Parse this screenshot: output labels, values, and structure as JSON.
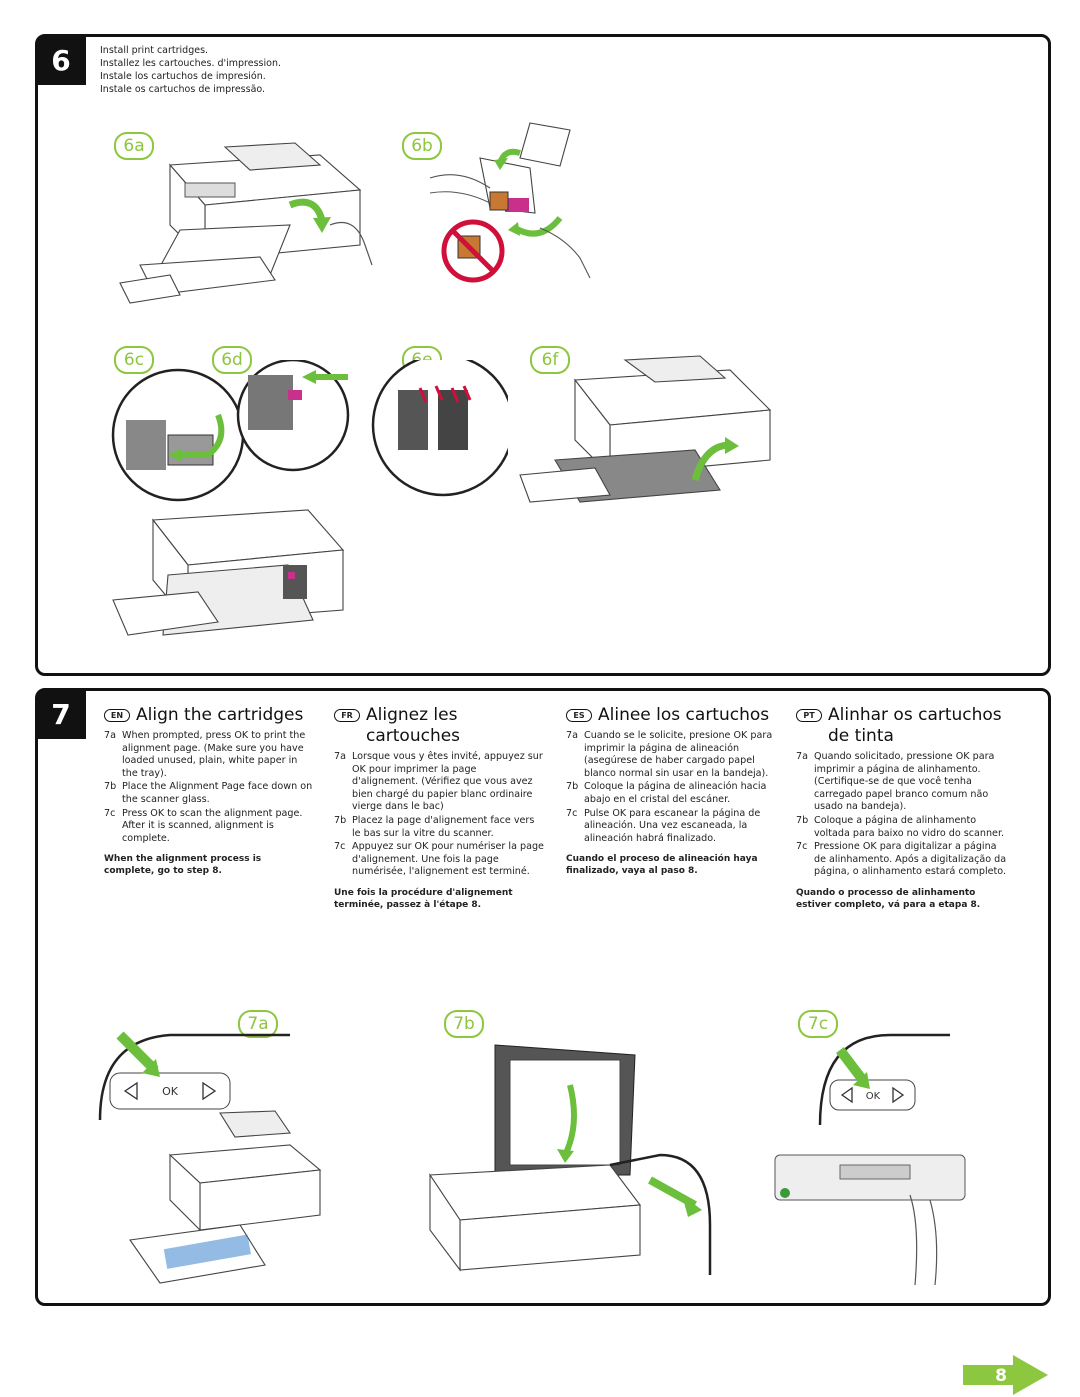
{
  "step6": {
    "number": "6",
    "instructions": [
      "Install print cartridges.",
      "Installez les cartouches. d'impression.",
      "Instale los cartuchos de impresión.",
      "Instale os cartuchos de impressão."
    ],
    "labels": {
      "a": "6a",
      "b": "6b",
      "c": "6c",
      "d": "6d",
      "e": "6e",
      "f": "6f"
    }
  },
  "step7": {
    "number": "7",
    "labels": {
      "a": "7a",
      "b": "7b",
      "c": "7c"
    },
    "ok_label": "OK",
    "languages": [
      {
        "code": "EN",
        "title": "Align the cartridges",
        "steps": [
          {
            "k": "7a",
            "t": "When prompted, press OK to print the alignment page. (Make sure you have loaded unused, plain, white paper in the tray)."
          },
          {
            "k": "7b",
            "t": "Place the Alignment Page face down on the scanner glass."
          },
          {
            "k": "7c",
            "t": "Press OK to scan the alignment page. After it is scanned, alignment is complete."
          }
        ],
        "note": "When the alignment process is complete, go to step 8."
      },
      {
        "code": "FR",
        "title": "Alignez les cartouches",
        "steps": [
          {
            "k": "7a",
            "t": "Lorsque vous y êtes invité, appuyez sur OK pour imprimer la page d'alignement. (Vérifiez que vous avez bien chargé du papier blanc ordinaire vierge dans le bac)"
          },
          {
            "k": "7b",
            "t": "Placez la page d'alignement face vers le bas sur la vitre du scanner."
          },
          {
            "k": "7c",
            "t": "Appuyez sur OK pour numériser la page d'alignement. Une fois la page numérisée, l'alignement est terminé."
          }
        ],
        "note": "Une fois la procédure d'alignement terminée, passez à l'étape 8."
      },
      {
        "code": "ES",
        "title": "Alinee los cartuchos",
        "steps": [
          {
            "k": "7a",
            "t": "Cuando se le solicite, presione OK para imprimir la página de alineación (asegúrese de haber cargado papel blanco normal sin usar en la bandeja)."
          },
          {
            "k": "7b",
            "t": "Coloque la página de alineación hacia abajo en el cristal del escáner."
          },
          {
            "k": "7c",
            "t": "Pulse OK para escanear la página de alineación. Una vez escaneada, la alineación habrá finalizado."
          }
        ],
        "note": "Cuando el proceso de alineación haya finalizado, vaya al paso 8."
      },
      {
        "code": "PT",
        "title": "Alinhar os cartuchos de tinta",
        "steps": [
          {
            "k": "7a",
            "t": "Quando solicitado, pressione OK para imprimir a página de alinhamento. (Certifique-se de que você tenha carregado papel branco comum não usado na bandeja)."
          },
          {
            "k": "7b",
            "t": "Coloque a página de alinhamento voltada para baixo no vidro do scanner."
          },
          {
            "k": "7c",
            "t": "Pressione OK para digitalizar a página de alinhamento. Após a digitalização da página, o alinhamento estará completo."
          }
        ],
        "note": "Quando o processo de alinhamento estiver completo, vá para a etapa 8."
      }
    ]
  },
  "next": {
    "label": "8"
  },
  "colors": {
    "accent_green": "#8dc63f",
    "arrow_green": "#6cbf3c",
    "ink_magenta": "#c8308c",
    "warning_red": "#d0103a"
  },
  "icons": [
    "arrow-right-icon",
    "no-symbol-icon",
    "ok-button-icon",
    "left-arrow-icon",
    "right-arrow-icon"
  ]
}
